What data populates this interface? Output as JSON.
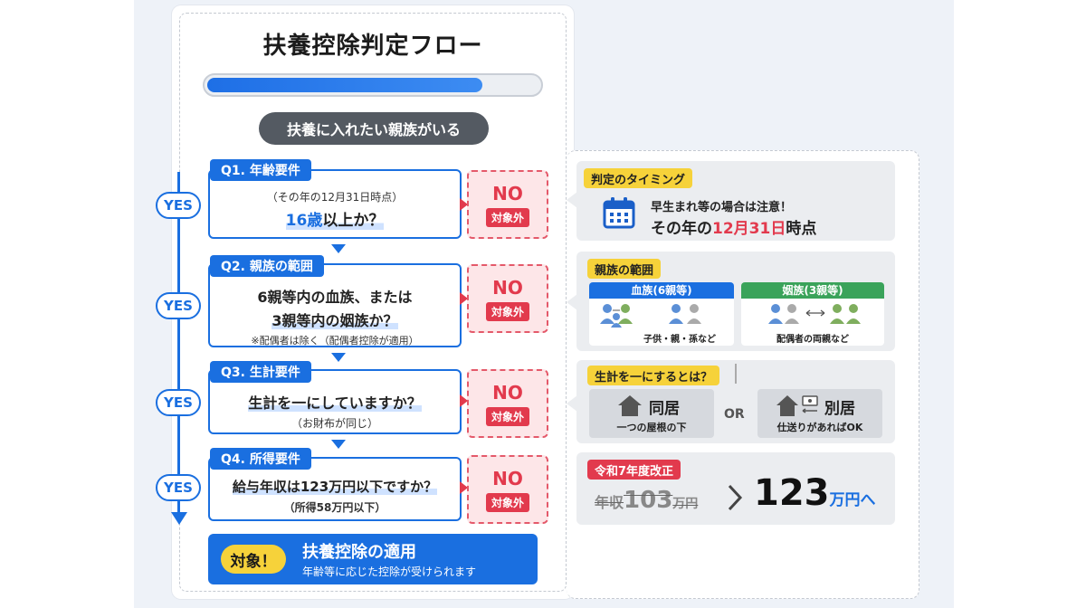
{
  "title": "扶養控除判定フロー",
  "progress_fraction": 0.83,
  "start_label": "扶養に入れたい親族がいる",
  "yes_label": "YES",
  "no_label": "NO",
  "out_label": "対象外",
  "questions": [
    {
      "tag": "Q1. 年齢要件",
      "line1": "（その年の12月31日時点）",
      "line2_strong": "16歳",
      "line2_rest": "以上か？"
    },
    {
      "tag": "Q2. 親族の範囲",
      "line1": "6親等内の血族、または",
      "line2": "3親等内の姻族か？",
      "note": "※配偶者は除く（配偶者控除が適用）"
    },
    {
      "tag": "Q3. 生計要件",
      "line1": "生計を一にしていますか？",
      "note": "（お財布が同じ）"
    },
    {
      "tag": "Q4. 所得要件",
      "line1": "給与年収は123万円以下ですか？",
      "note": "（所得58万円以下）"
    }
  ],
  "result": {
    "badge": "対象！",
    "title": "扶養控除の適用",
    "sub": "年齢等に応じた控除が受けられます"
  },
  "panels": {
    "timing": {
      "tag": "判定のタイミング",
      "line1": "早生まれ等の場合は注意！",
      "line2_pre": "その年の",
      "line2_red": "12月31日",
      "line2_post": "時点"
    },
    "relatives": {
      "tag": "親族の範囲",
      "blood_head": "血族(6親等)",
      "blood_caption": "子供・親・孫など",
      "inlaw_head": "姻族(3親等)",
      "inlaw_caption": "配偶者の両親など"
    },
    "living": {
      "tag": "生計を一にするとは？",
      "left_title": "同居",
      "left_sub": "一つの屋根の下",
      "or": "OR",
      "right_title": "別居",
      "right_sub": "仕送りがあればOK"
    },
    "reform": {
      "tag": "令和7年度改正",
      "old_prefix": "年収",
      "old_num": "103",
      "old_unit": "万円",
      "new_num": "123",
      "new_unit": "万円へ"
    }
  },
  "colors": {
    "accent": "#1a6fe0",
    "no_red": "#e23a4d",
    "tag_yellow": "#f6d23a",
    "blood_blue": "#1a6fe0",
    "inlaw_green": "#3aa35a"
  }
}
